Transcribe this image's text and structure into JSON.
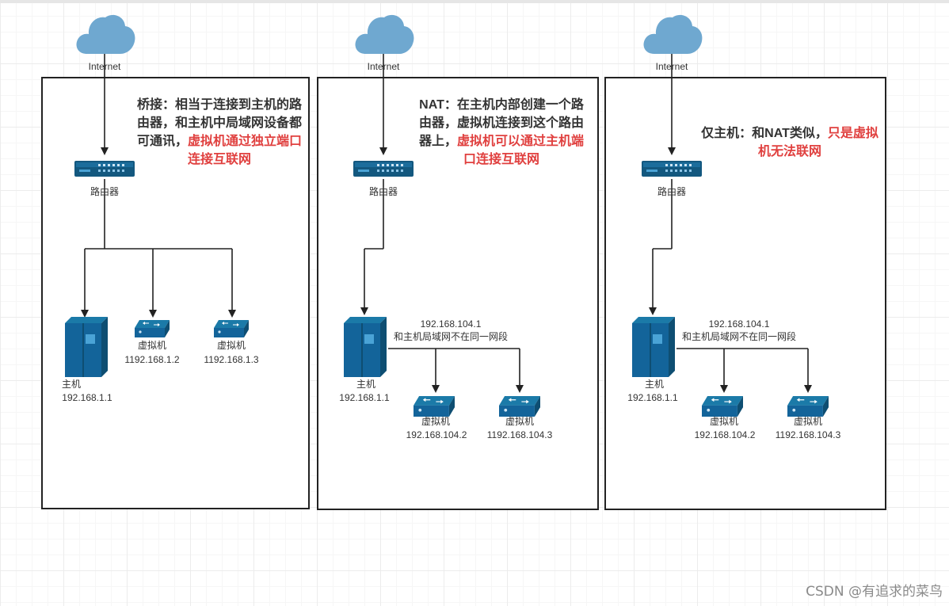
{
  "colors": {
    "cloud": "#6fa8d0",
    "device": "#13587f",
    "accent_red": "#e0403f",
    "line": "#222222"
  },
  "icons": [
    "cloud-icon",
    "router-icon",
    "server-icon",
    "switch-icon"
  ],
  "panels": [
    {
      "internet": "Internet",
      "router": "路由器",
      "desc_plain": "桥接：相当于连接到主机的路由器，和主机中局域网设备都可通讯，",
      "desc_red": "虚拟机通过独立端口连接互联网",
      "host_name": "主机",
      "host_ip": "192.168.1.1",
      "gateway_ip": "",
      "gateway_note": "",
      "vm1_name": "虚拟机",
      "vm1_ip": "1192.168.1.2",
      "vm2_name": "虚拟机",
      "vm2_ip": "1192.168.1.3"
    },
    {
      "internet": "Internet",
      "router": "路由器",
      "desc_plain": "NAT：在主机内部创建一个路由器，虚拟机连接到这个路由器上，",
      "desc_red": "虚拟机可以通过主机端口连接互联网",
      "host_name": "主机",
      "host_ip": "192.168.1.1",
      "gateway_ip": "192.168.104.1",
      "gateway_note": "和主机局域网不在同一网段",
      "vm1_name": "虚拟机",
      "vm1_ip": "192.168.104.2",
      "vm2_name": "虚拟机",
      "vm2_ip": "1192.168.104.3"
    },
    {
      "internet": "Internet",
      "router": "路由器",
      "desc_plain": "仅主机：和NAT类似，",
      "desc_red": "只是虚拟机无法联网",
      "host_name": "主机",
      "host_ip": "192.168.1.1",
      "gateway_ip": "192.168.104.1",
      "gateway_note": "和主机局域网不在同一网段",
      "vm1_name": "虚拟机",
      "vm1_ip": "192.168.104.2",
      "vm2_name": "虚拟机",
      "vm2_ip": "1192.168.104.3"
    }
  ],
  "watermark": "CSDN @有追求的菜鸟"
}
